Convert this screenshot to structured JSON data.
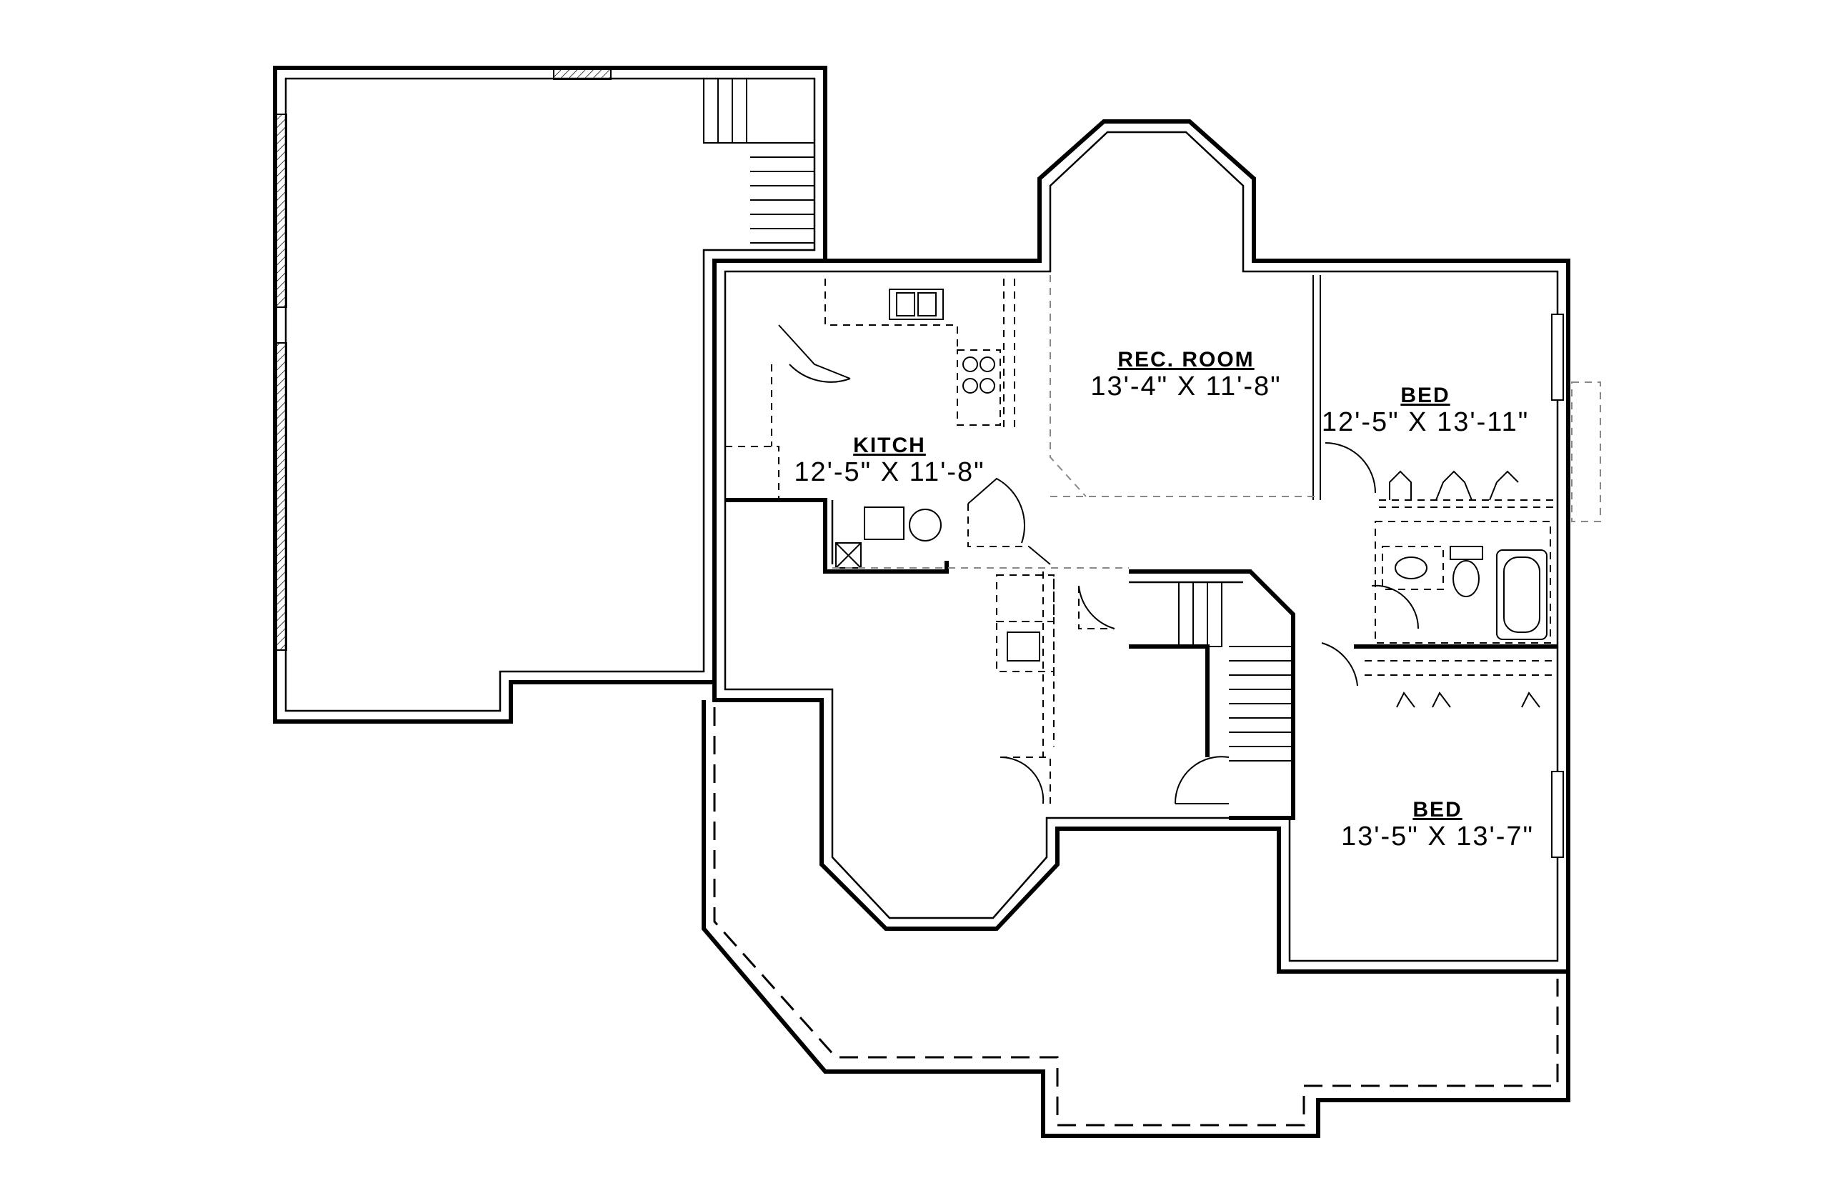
{
  "rooms": {
    "rec_room": {
      "name": "REC. ROOM",
      "dimensions": "13'-4\" X 11'-8\""
    },
    "bed_1": {
      "name": "BED",
      "dimensions": "12'-5\" X 13'-11\""
    },
    "kitchen": {
      "name": "KITCH",
      "dimensions": "12'-5\" X 11'-8\""
    },
    "bed_2": {
      "name": "BED",
      "dimensions": "13'-5\" X 13'-7\""
    }
  }
}
